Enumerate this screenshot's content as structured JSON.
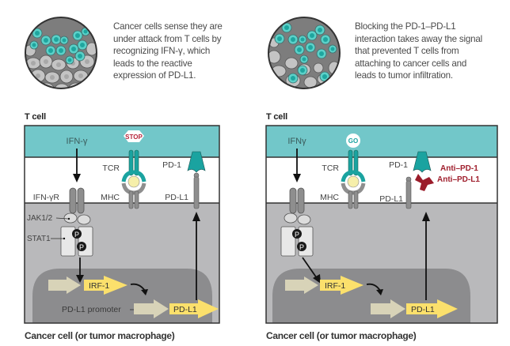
{
  "colors": {
    "tcell_membrane": "#72c7c9",
    "extracellular": "#ffffff",
    "cytoplasm": "#b9b9bb",
    "nucleus": "#8a8a8c",
    "receptor_gray": "#8e8e8e",
    "teal_receptor": "#1aa3a0",
    "gene_yellow": "#fbe06c",
    "promoter_beige": "#d8d3b8",
    "stop_red": "#b5243a",
    "antibody_red": "#9b1c2a",
    "mhc_peptide": "#f6efaa"
  },
  "panels": [
    {
      "id": "before",
      "intro_lines": [
        "Cancer cells sense they are",
        "under attack from T cells by",
        "recognizing IFN-γ, which",
        "leads to the reactive",
        "expression of PD-L1."
      ],
      "top_label": "T cell",
      "bottom_label": "Cancer cell (or tumor macrophage)",
      "signal_badge": "STOP",
      "labels": {
        "ifn": "IFN-γ",
        "ifnr": "IFN-γR",
        "tcr": "TCR",
        "mhc": "MHC",
        "pd1": "PD-1",
        "pdl1": "PD-L1",
        "jak": "JAK1/2",
        "stat": "STAT1",
        "phospho": "P",
        "irf": "IRF-1",
        "promoter": "PD-L1 promoter",
        "gene": "PD-L1"
      }
    },
    {
      "id": "after",
      "intro_lines": [
        "Blocking the PD-1–PD-L1",
        "interaction takes away the signal",
        "that prevented T cells from",
        "attaching to cancer cells and",
        "leads to tumor infiltration."
      ],
      "top_label": "T cell",
      "bottom_label": "Cancer cell (or tumor macrophage)",
      "signal_badge": "GO",
      "labels": {
        "ifn": "IFNγ",
        "tcr": "TCR",
        "mhc": "MHC",
        "pd1": "PD-1",
        "pdl1": "PD-L1",
        "phospho": "P",
        "irf": "IRF-1",
        "gene": "PD-L1",
        "anti_pd1": "Anti–PD-1",
        "anti_pdl1": "Anti–PD-L1"
      }
    }
  ]
}
